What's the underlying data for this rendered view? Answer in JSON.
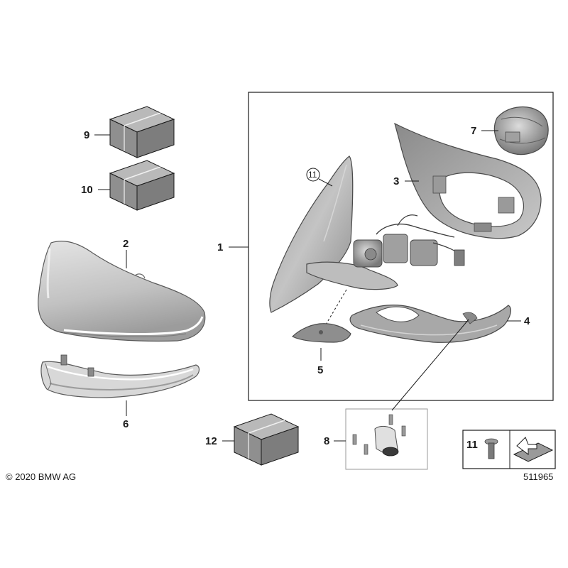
{
  "callouts": {
    "c1": "1",
    "c2": "2",
    "c3": "3",
    "c4": "4",
    "c5": "5",
    "c6": "6",
    "c7": "7",
    "c8": "8",
    "c9": "9",
    "c10": "10",
    "c11": "11",
    "c11_circled": "11",
    "c12": "12"
  },
  "footer": {
    "copyright": "© 2020 BMW AG",
    "diagram_number": "511965"
  },
  "colors": {
    "line": "#1a1a1a",
    "part_light": "#d9d9d9",
    "part_mid": "#a8a8a8",
    "part_dark": "#6e6e6e",
    "box_top": "#b5b5b5",
    "box_front": "#8f8f8f",
    "box_side": "#7a7a7a"
  }
}
